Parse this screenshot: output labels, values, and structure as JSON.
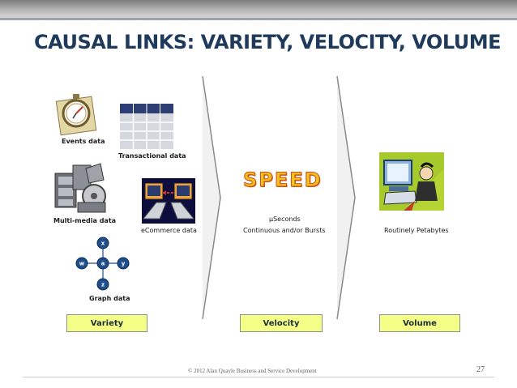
{
  "slide": {
    "title": "CAUSAL LINKS: VARIETY, VELOCITY, VOLUME",
    "footer": "© 2012 Alan Quayle Business and Service Development",
    "page_number": "27"
  },
  "variety": {
    "items": [
      {
        "label": "Events data",
        "icon": "stopwatch-icon"
      },
      {
        "label": "Transactional data",
        "icon": "table-grid-icon"
      },
      {
        "label": "Multi-media data",
        "icon": "multimedia-icon"
      },
      {
        "label": "eCommerce data",
        "icon": "ecommerce-computers-icon"
      },
      {
        "label": "Graph data",
        "icon": "graph-nodes-icon"
      }
    ],
    "graph_nodes": [
      "x",
      "w",
      "a",
      "y",
      "z"
    ],
    "box_label": "Variety"
  },
  "velocity": {
    "speed_text": "SPEED",
    "line1": "µSeconds",
    "line2": "Continuous and/or Bursts",
    "box_label": "Velocity"
  },
  "volume": {
    "label": "Routinely Petabytes",
    "icon": "computer-user-icon",
    "box_label": "Volume"
  },
  "colors": {
    "title": "#1f3a5a",
    "category_box": "#f3ff86",
    "speed_fill": "#f2c21c",
    "speed_outline": "#d14c1a",
    "node_blue": "#1f4e8c"
  }
}
